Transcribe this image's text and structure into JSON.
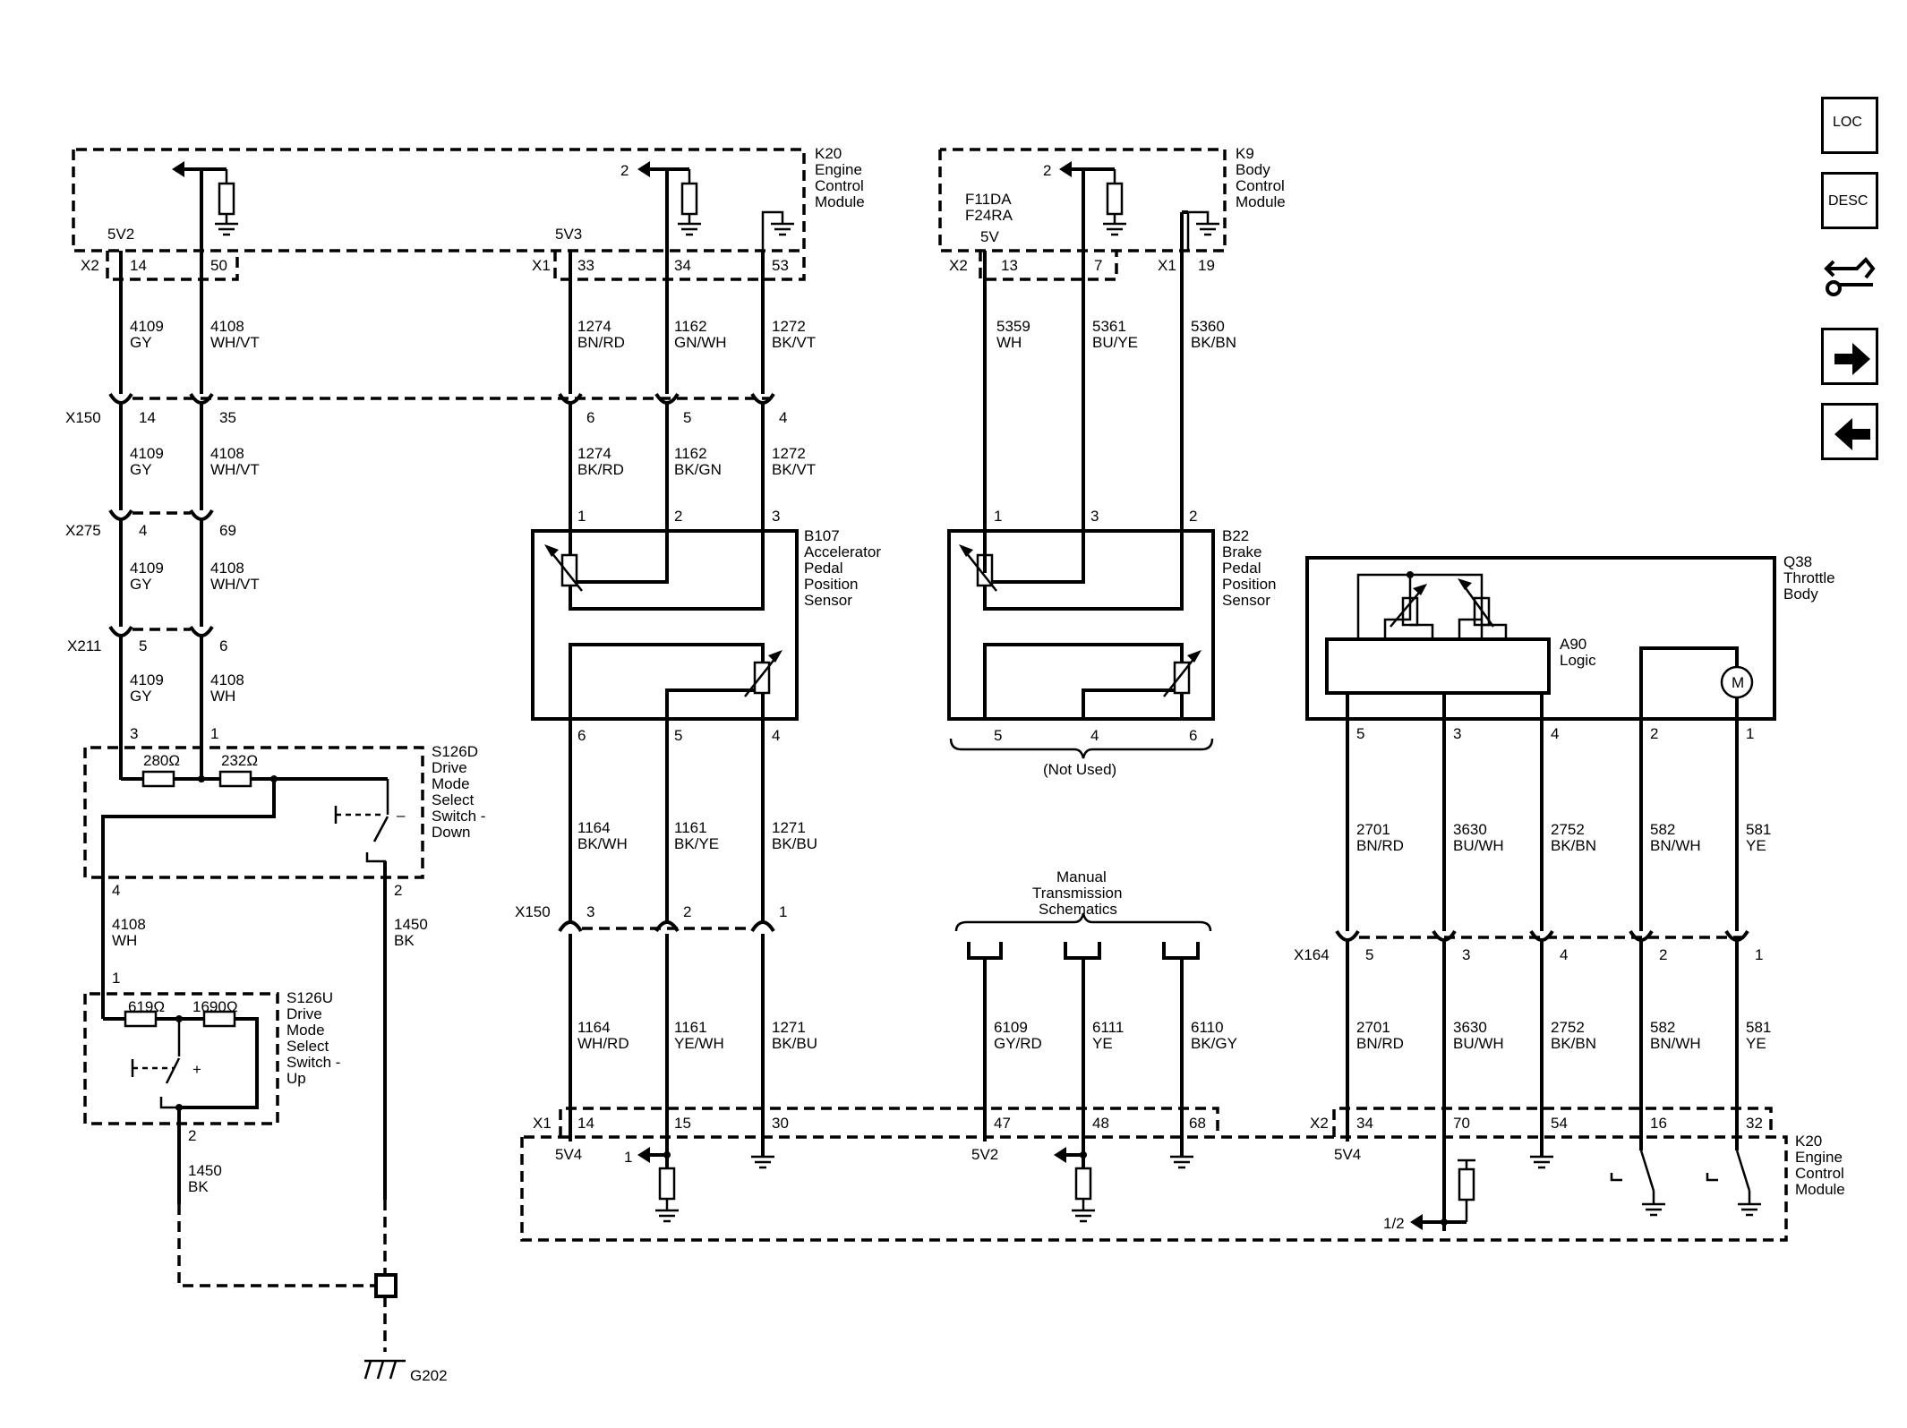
{
  "nav": {
    "loc": "LOC",
    "desc": "DESC"
  },
  "modules": {
    "k20_top": [
      "K20",
      "Engine",
      "Control",
      "Module"
    ],
    "k9": [
      "K9",
      "Body",
      "Control",
      "Module"
    ],
    "b107": [
      "B107",
      "Accelerator",
      "Pedal",
      "Position",
      "Sensor"
    ],
    "b22": [
      "B22",
      "Brake",
      "Pedal",
      "Position",
      "Sensor"
    ],
    "q38": [
      "Q38",
      "Throttle",
      "Body"
    ],
    "a90": [
      "A90",
      "Logic"
    ],
    "s126d": [
      "S126D",
      "Drive",
      "Mode",
      "Select",
      "Switch -",
      "Down"
    ],
    "s126u": [
      "S126U",
      "Drive",
      "Mode",
      "Select",
      "Switch -",
      "Up"
    ],
    "k20_bottom": [
      "K20",
      "Engine",
      "Control",
      "Module"
    ],
    "manual_trans": [
      "Manual",
      "Transmission",
      "Schematics"
    ],
    "not_used": "(Not Used)",
    "ground": "G202",
    "f11": [
      "F11DA",
      "F24RA",
      "5V"
    ]
  },
  "connectors": [
    "X2",
    "X1",
    "X150",
    "X275",
    "X211",
    "X164"
  ],
  "refs": {
    "v5v2": "5V2",
    "v5v3": "5V3",
    "v5v4": "5V4",
    "arrow2": "2",
    "arrow1": "1",
    "arrow12": "1/2",
    "motor": "M"
  },
  "resistors": [
    "280Ω",
    "232Ω",
    "619Ω",
    "1690Ω"
  ],
  "wires_top": [
    [
      "4109",
      "GY"
    ],
    [
      "4108",
      "WH/VT"
    ],
    [
      "1274",
      "BN/RD"
    ],
    [
      "1162",
      "GN/WH"
    ],
    [
      "1272",
      "BK/VT"
    ],
    [
      "5359",
      "WH"
    ],
    [
      "5361",
      "BU/YE"
    ],
    [
      "5360",
      "BK/BN"
    ]
  ],
  "wires_mid": [
    [
      "4109",
      "GY"
    ],
    [
      "4108",
      "WH/VT"
    ],
    [
      "1274",
      "BK/RD"
    ],
    [
      "1162",
      "BK/GN"
    ],
    [
      "1272",
      "BK/VT"
    ]
  ],
  "wires_x275": [
    [
      "4109",
      "GY"
    ],
    [
      "4108",
      "WH/VT"
    ]
  ],
  "wires_x211": [
    [
      "4109",
      "GY"
    ],
    [
      "4108",
      "WH"
    ]
  ],
  "wires_s126": [
    [
      "4108",
      "WH"
    ],
    [
      "1450",
      "BK"
    ],
    [
      "1450",
      "BK"
    ]
  ],
  "wires_b107_out": [
    [
      "1164",
      "BK/WH"
    ],
    [
      "1161",
      "BK/YE"
    ],
    [
      "1271",
      "BK/BU"
    ]
  ],
  "wires_b107_k20": [
    [
      "1164",
      "WH/RD"
    ],
    [
      "1161",
      "YE/WH"
    ],
    [
      "1271",
      "BK/BU"
    ]
  ],
  "wires_mt": [
    [
      "6109",
      "GY/RD"
    ],
    [
      "6111",
      "YE"
    ],
    [
      "6110",
      "BK/GY"
    ]
  ],
  "wires_q38": [
    [
      "2701",
      "BN/RD"
    ],
    [
      "3630",
      "BU/WH"
    ],
    [
      "2752",
      "BK/BN"
    ],
    [
      "582",
      "BN/WH"
    ],
    [
      "581",
      "YE"
    ]
  ],
  "wires_q38_k20": [
    [
      "2701",
      "BN/RD"
    ],
    [
      "3630",
      "BU/WH"
    ],
    [
      "2752",
      "BK/BN"
    ],
    [
      "582",
      "BN/WH"
    ],
    [
      "581",
      "YE"
    ]
  ],
  "pins": {
    "k20_top": [
      "14",
      "50",
      "33",
      "34",
      "53"
    ],
    "k9": [
      "13",
      "7",
      "19"
    ],
    "x150_top": [
      "14",
      "35",
      "6",
      "5",
      "4"
    ],
    "x275": [
      "4",
      "69"
    ],
    "x211": [
      "5",
      "6"
    ],
    "s126d_in": [
      "3",
      "1"
    ],
    "s126d_out": [
      "4",
      "2"
    ],
    "s126u_in": "1",
    "s126u_out": "2",
    "b107_in": [
      "1",
      "2",
      "3"
    ],
    "b107_out": [
      "6",
      "5",
      "4"
    ],
    "b22_in": [
      "1",
      "3",
      "2"
    ],
    "b22_out": [
      "5",
      "4",
      "6"
    ],
    "q38": [
      "5",
      "3",
      "4",
      "2",
      "1"
    ],
    "x150_mid": [
      "3",
      "2",
      "1"
    ],
    "x164": [
      "5",
      "3",
      "4",
      "2",
      "1"
    ],
    "k20_bottom": [
      "14",
      "15",
      "30",
      "47",
      "48",
      "68",
      "34",
      "70",
      "54",
      "16",
      "32"
    ]
  }
}
